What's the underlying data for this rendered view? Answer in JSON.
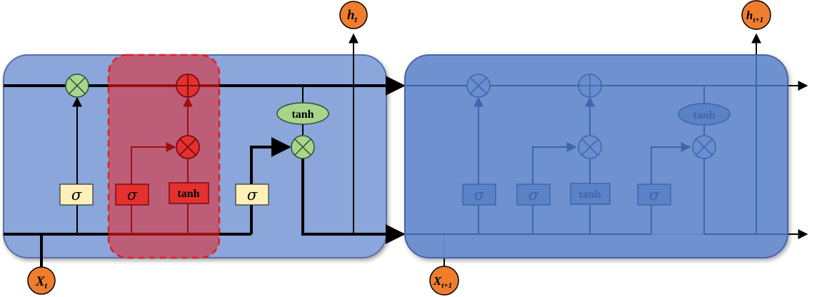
{
  "cells": [
    {
      "gate_labels": {
        "forget": "σ",
        "input": "σ",
        "candidate": "tanh",
        "output": "σ"
      },
      "state_activation": "tanh",
      "input_label": {
        "base": "X",
        "sub": "t"
      },
      "output_label": {
        "base": "h",
        "sub": "t"
      },
      "highlighted_region": "input-gate"
    },
    {
      "gate_labels": {
        "forget": "σ",
        "input": "σ",
        "candidate": "tanh",
        "output": "σ"
      },
      "state_activation": "tanh",
      "input_label": {
        "base": "X",
        "sub": "t+1"
      },
      "output_label": {
        "base": "h",
        "sub": "t+1"
      }
    }
  ],
  "colors": {
    "cell1_fill": "#8aa6da",
    "cell2_fill": "#6a8ecf",
    "cell_stroke": "#5a6fa5",
    "highlight_fill": "#c2566e",
    "highlight_stroke": "#e02020",
    "gate_yellow": "#fdf0b8",
    "gate_red": "#e53030",
    "op_green": "#a8d48c",
    "io_orange": "#ef7d2d",
    "faded_line": "#3e66a8"
  }
}
